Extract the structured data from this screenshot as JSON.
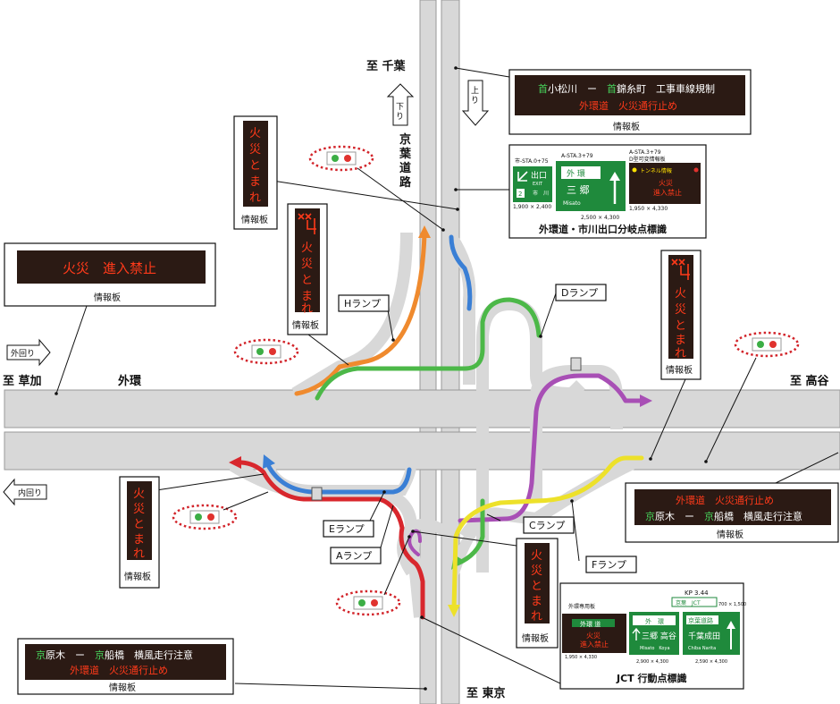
{
  "directions": {
    "chiba": "至 千葉",
    "soka": "至 草加",
    "takaya": "至 高谷",
    "tokyo": "至 東京",
    "gaikan": "外環",
    "keiyo": [
      "京",
      "葉",
      "道",
      "路"
    ],
    "sotomawari": "外回り",
    "uchimawari": "内回り",
    "nobori": [
      "上",
      "り"
    ],
    "kudari": [
      "下",
      "り"
    ]
  },
  "ramps": {
    "A": "Aランプ",
    "C": "Cランプ",
    "D": "Dランプ",
    "E": "Eランプ",
    "F": "Fランプ",
    "H": "Hランプ"
  },
  "signs": {
    "top_right": {
      "line1_a": "首",
      "line1_b": "小松川　ー　",
      "line1_c": "首",
      "line1_d": "錦糸町　工事車線規制",
      "line2": "外環道　火災通行止め",
      "caption": "情報板"
    },
    "left_big": {
      "text": "火災　進入禁止",
      "caption": "情報板"
    },
    "right_bottom": {
      "line1": "外環道　火災通行止め",
      "line2_a": "京",
      "line2_b": "原木　ー　",
      "line2_c": "京",
      "line2_d": "船橋　横風走行注意",
      "caption": "情報板"
    },
    "bottom_left": {
      "line1_a": "京",
      "line1_b": "原木　ー　",
      "line1_c": "京",
      "line1_d": "船橋　横風走行注意",
      "line2": "外環道　火災通行止め",
      "caption": "情報板"
    },
    "vert_upper_left": {
      "chars": [
        "火",
        "災",
        "と",
        "ま",
        "れ"
      ],
      "caption": "情報板"
    },
    "vert_mid_left": {
      "chars": [
        "火",
        "災",
        "と",
        "ま",
        "れ"
      ],
      "caption": "情報板"
    },
    "vert_right": {
      "chars": [
        "火",
        "災",
        "と",
        "ま",
        "れ"
      ],
      "caption": "情報板"
    },
    "vert_lower_left": {
      "chars": [
        "火",
        "災",
        "と",
        "ま",
        "れ"
      ],
      "caption": "情報板"
    },
    "vert_lower_center": {
      "chars": [
        "火",
        "災",
        "と",
        "ま",
        "れ"
      ],
      "caption": "情報板"
    }
  },
  "bunki": {
    "caption": "外環道・市川出口分岐点標識",
    "sta1": "市-STA.0+75",
    "sta2": "A-STA.3+79",
    "sta3": "A-STA.3+79",
    "sta3_sub": "D型可変情報板",
    "exit_ja": "出口",
    "exit_en": "EXIT",
    "exit_num": "2",
    "exit_city": "市　川",
    "dest1": "外 環",
    "dest2": "三 郷",
    "dest2_en": "Misato",
    "tunnel": "トンネル情報",
    "fire1": "火災",
    "fire2": "進入禁止",
    "dim1": "1,900 × 2,400",
    "dim2": "2,500 × 4,300",
    "dim3": "1,950 × 4,330"
  },
  "jct": {
    "caption": "JCT 行動点標識",
    "kp": "KP 3.44",
    "kp_sub": "京葉　JCT",
    "kp_dim": "700 × 1,500",
    "label": "外環専用板",
    "head": "外環 道",
    "fire1": "火災",
    "fire2": "進入禁止",
    "dim1": "1,950 × 4,330",
    "g1_top": "外　環",
    "g1_main": "三郷 高谷",
    "g1_en": "Misato　Koya",
    "g1_dim": "2,900 × 4,300",
    "g2_top": "京葉道路",
    "g2_main": "千葉成田",
    "g2_en": "Chiba Narita",
    "g2_dim": "2,590 × 4,300"
  },
  "colors": {
    "road": "#d8d8d8",
    "orange": "#ef8a2e",
    "green": "#4cb848",
    "blue": "#3a7fd5",
    "purple": "#a84fb5",
    "yellow": "#ede12a",
    "red": "#d8272d",
    "panel": "#2b1a14",
    "sign_green": "#1f8a3c"
  }
}
